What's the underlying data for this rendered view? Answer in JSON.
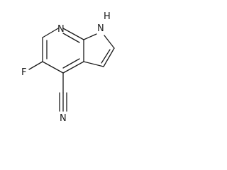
{
  "molecule": {
    "atoms": {
      "pyridine_n": "N",
      "pyrrole_nh": "H",
      "pyrrole_nh_n": "N",
      "fluorine": "F",
      "nitrile_n": "N"
    }
  },
  "colors": {
    "bond": "#1a1a1a",
    "background": "#ffffff"
  }
}
